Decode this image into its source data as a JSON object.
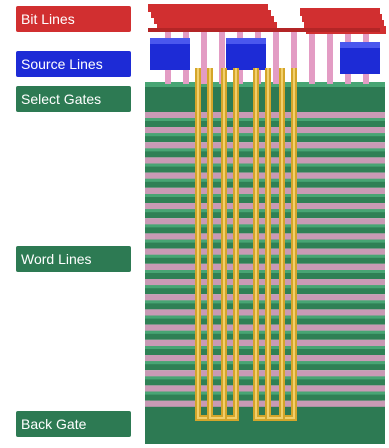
{
  "labels": {
    "bit_lines": "Bit Lines",
    "source_lines": "Source Lines",
    "select_gates": "Select Gates",
    "word_lines": "Word Lines",
    "back_gate": "Back Gate"
  },
  "colors": {
    "bit_lines": "#d12f30",
    "source_lines": "#1d2bd6",
    "select_gates": "#2d7a53",
    "word_lines": "#2d7a53",
    "back_gate": "#2d7a53",
    "pillar": "#e39cc4",
    "channel": "#d4a52a"
  }
}
